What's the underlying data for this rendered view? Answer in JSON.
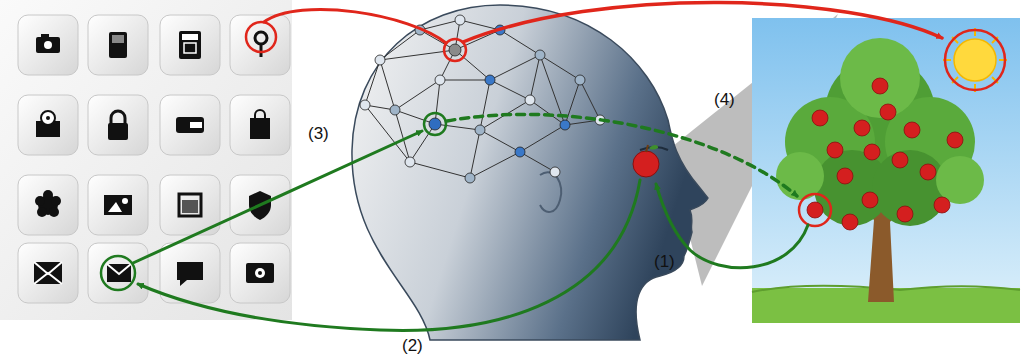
{
  "diagram": {
    "labels": [
      "(4)",
      "(3)",
      "(1)",
      "(2)"
    ]
  }
}
